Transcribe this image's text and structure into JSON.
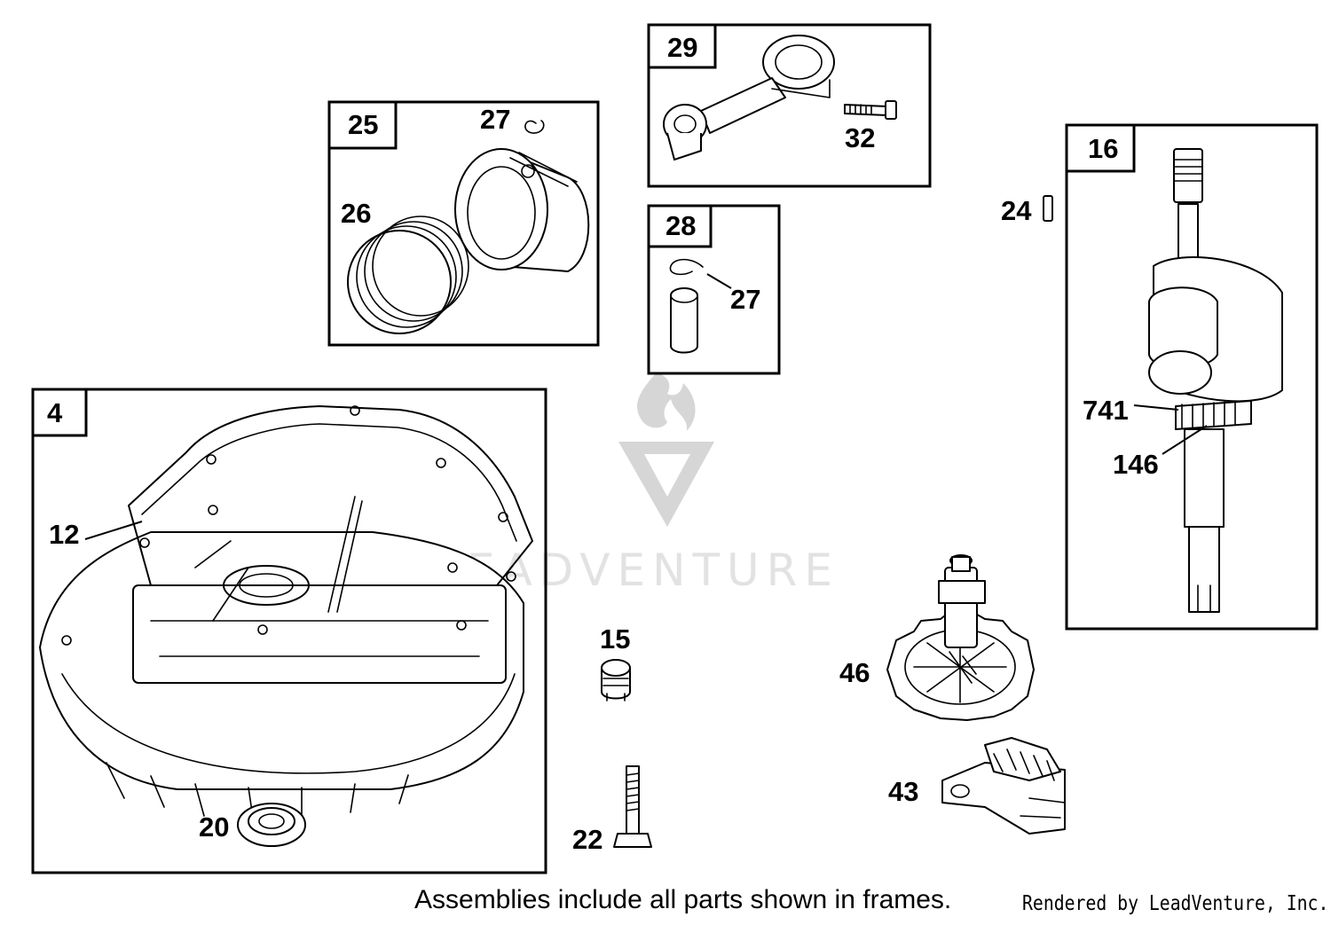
{
  "watermark": {
    "text": "LEADVENTURE"
  },
  "callouts": {
    "c4": "4",
    "c12": "12",
    "c20": "20",
    "c25": "25",
    "c26": "26",
    "c27a": "27",
    "c29": "29",
    "c32": "32",
    "c28": "28",
    "c27b": "27",
    "c16": "16",
    "c24": "24",
    "c741": "741",
    "c146": "146",
    "c15": "15",
    "c22": "22",
    "c46": "46",
    "c43": "43"
  },
  "footer": {
    "caption": "Assemblies include all parts shown in frames.",
    "credit": "Rendered by LeadVenture, Inc."
  }
}
